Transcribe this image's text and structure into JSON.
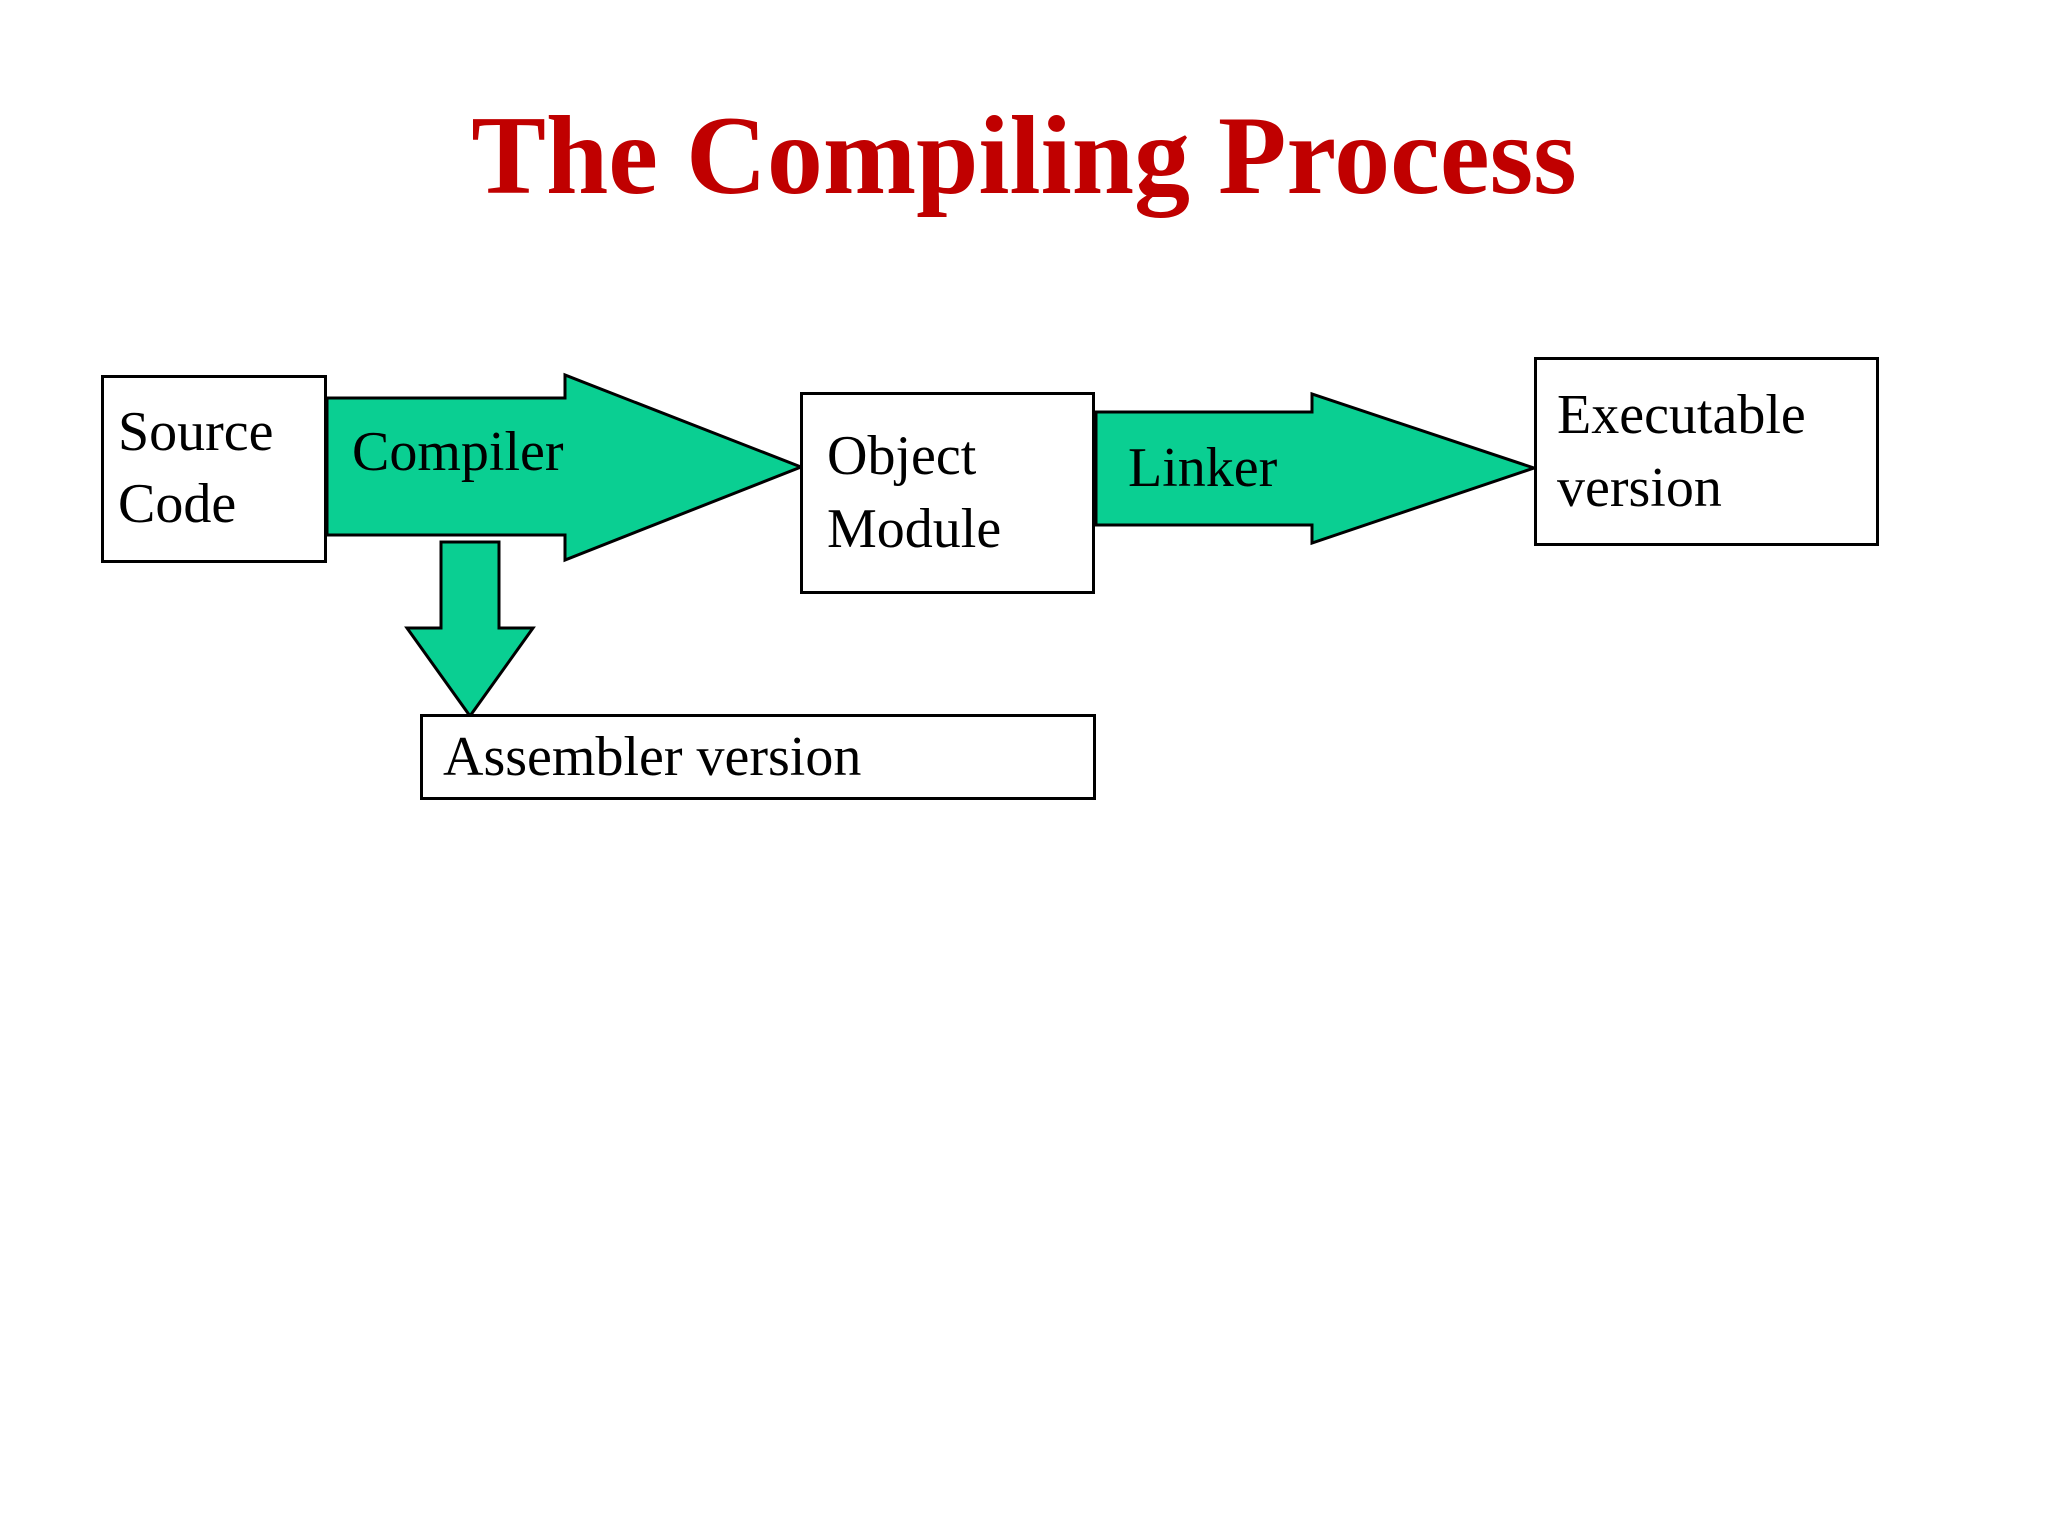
{
  "slide": {
    "title": "The Compiling Process",
    "background_color": "#FFFFFF",
    "title_color": "#C00000"
  },
  "theme": {
    "arrow_fill": "#0ACF92",
    "arrow_stroke": "#000000",
    "box_border": "#000000",
    "box_fill": "#FFFFFF",
    "text_color": "#000000"
  },
  "diagram": {
    "type": "flow",
    "nodes": [
      {
        "id": "source-code",
        "lines": [
          "Source",
          "Code"
        ],
        "line1": "Source",
        "line2": "Code"
      },
      {
        "id": "object-module",
        "lines": [
          "Object",
          "Module"
        ],
        "line1": "Object",
        "line2": "Module"
      },
      {
        "id": "executable",
        "lines": [
          "Executable",
          "version"
        ],
        "line1": "Executable",
        "line2": "version"
      },
      {
        "id": "assembler",
        "lines": [
          "Assembler version"
        ],
        "line1": "Assembler version"
      }
    ],
    "arrows": [
      {
        "id": "compiler",
        "label": "Compiler",
        "from": "source-code",
        "to": "object-module",
        "direction": "right"
      },
      {
        "id": "linker",
        "label": "Linker",
        "from": "object-module",
        "to": "executable",
        "direction": "right"
      },
      {
        "id": "to-assembler",
        "label": "",
        "from": "compiler",
        "to": "assembler",
        "direction": "down"
      }
    ]
  }
}
